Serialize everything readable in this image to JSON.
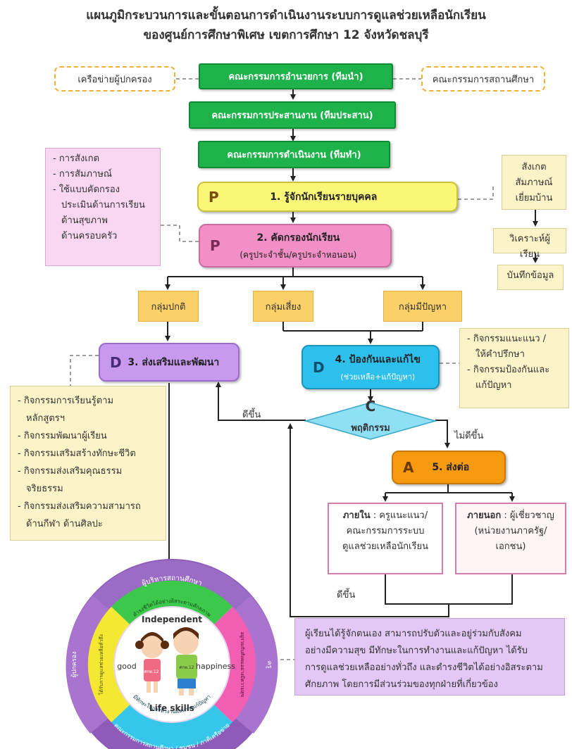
{
  "title": {
    "line1": "แผนภูมิกระบวนการและขั้นตอนการดำเนินงานระบบการดูแลช่วยเหลือนักเรียน",
    "line2": "ของศูนย์การศึกษาพิเศษ เขตการศึกษา 12 จังหวัดชลบุรี"
  },
  "committees": {
    "admin": "คณะกรรมการอำนวยการ (ทีมนำ)",
    "coord": "คณะกรรมการประสานงาน (ทีมประสาน)",
    "operate": "คณะกรรมการดำเนินงาน (ทีมทำ)",
    "parents_network": "เครือข่ายผู้ปกครอง",
    "school_board": "คณะกรรมการสถานศึกษา"
  },
  "left_methods": [
    "- การสังเกต",
    "- การสัมภาษณ์",
    "- ใช้แบบคัดกรอง",
    "ประเมินด้านการเรียน",
    "ด้านสุขภาพ",
    "ด้านครอบครัว"
  ],
  "right_methods": {
    "box1": [
      "สังเกต",
      "สัมภาษณ์",
      "เยี่ยมบ้าน"
    ],
    "analyze": "วิเคราะห์ผู้เรียน",
    "record": "บันทึกข้อมูล"
  },
  "steps": {
    "s1": {
      "letter": "P",
      "label": "1. รู้จักนักเรียนรายบุคคล"
    },
    "s2": {
      "letter": "P",
      "label": "2. คัดกรองนักเรียน",
      "sub": "(ครูประจำชั้น/ครูประจำหอนอน)"
    },
    "s3": {
      "letter": "D",
      "label": "3. ส่งเสริมและพัฒนา"
    },
    "s4": {
      "letter": "D",
      "label": "4. ป้องกันและแก้ไข",
      "sub": "(ช่วยเหลือ+แก้ปัญหา)"
    },
    "s5": {
      "letter": "A",
      "label": "5. ส่งต่อ"
    },
    "check": {
      "letter": "C",
      "label": "พฤติกรรม"
    }
  },
  "groups": {
    "normal": "กลุ่มปกติ",
    "risk": "กลุ่มเสี่ยง",
    "problem": "กลุ่มมีปัญหา"
  },
  "prevent_activities": [
    "- กิจกรรมแนะแนว /",
    "ให้คำปรึกษา",
    "- กิจกรรมป้องกันและ",
    "แก้ปัญหา"
  ],
  "promote_activities": [
    "- กิจกรรมการเรียนรู้ตาม",
    "หลักสูตรฯ",
    "- กิจกรรมพัฒนาผู้เรียน",
    "- กิจกรรมเสริมสร้างทักษะชีวิต",
    "- กิจกรรมส่งเสริมคุณธรรม",
    "จริยธรรม",
    "- กิจกรรมส่งเสริมความสามารถ",
    "ด้านกีฬา ด้านศิลปะ"
  ],
  "flow_labels": {
    "better1": "ดีขึ้น",
    "notbetter": "ไม่ดีขึ้น",
    "better2": "ดีขึ้น"
  },
  "refer": {
    "internal_head": "ภายใน",
    "internal_lines": [
      " : ครูแนะแนว/",
      "คณะกรรมการระบบ",
      "ดูแลช่วยเหลือนักเรียน"
    ],
    "external_head": "ภายนอก",
    "external_lines": [
      " : ผู้เชี่ยวชาญ",
      "(หน่วยงานภาครัฐ/",
      "เอกชน)"
    ]
  },
  "wheel": {
    "top_word": "Independent",
    "left_word": "good",
    "right_word": "happiness",
    "bottom_word": "Life skills",
    "outer_top": "ผู้บริหารสถานศึกษา",
    "outer_bottom": "คณะกรรมการสถานศึกษา / ชุมชน / ภาคีเครือข่าย",
    "outer_left": "ผู้ปกครอง",
    "outer_right": "ครู",
    "inner_top": "ดำรงชีวิตได้อย่างอิสระตามศักยภาพ",
    "inner_bottom": "มีทักษะในการทำงานและการแก้ปัญหา",
    "inner_left": "ได้รับการดูแลช่วยเหลือทั่วถึง",
    "inner_right": "อยู่ร่วมกับสังคมอย่างมีความสุข",
    "girl_tag": "ศกพ.12",
    "boy_tag": "ศกพ.12"
  },
  "outcome": [
    "ผู้เรียนได้รู้จักตนเอง สามารถปรับตัวและอยู่ร่วมกับสังคม",
    "อย่างมีความสุข มีทักษะในการทำงานและแก้ปัญหา ได้รับ",
    "การดูแลช่วยเหลืออย่างทั่วถึง และดำรงชีวิตได้อย่างอิสระตาม",
    "ศักยภาพ โดยการมีส่วนร่วมของทุกฝ่ายที่เกี่ยวข้อง"
  ],
  "colors": {
    "green": "#1db34a",
    "yellow_step": "#fbf678",
    "pink_step": "#f28fc7",
    "purple_step": "#c79af0",
    "cyan_step": "#2dc0ec",
    "orange_step": "#f79a10",
    "diamond": "#8fe0f5",
    "group": "#fcd068",
    "outcome": "#e3c8f6"
  }
}
